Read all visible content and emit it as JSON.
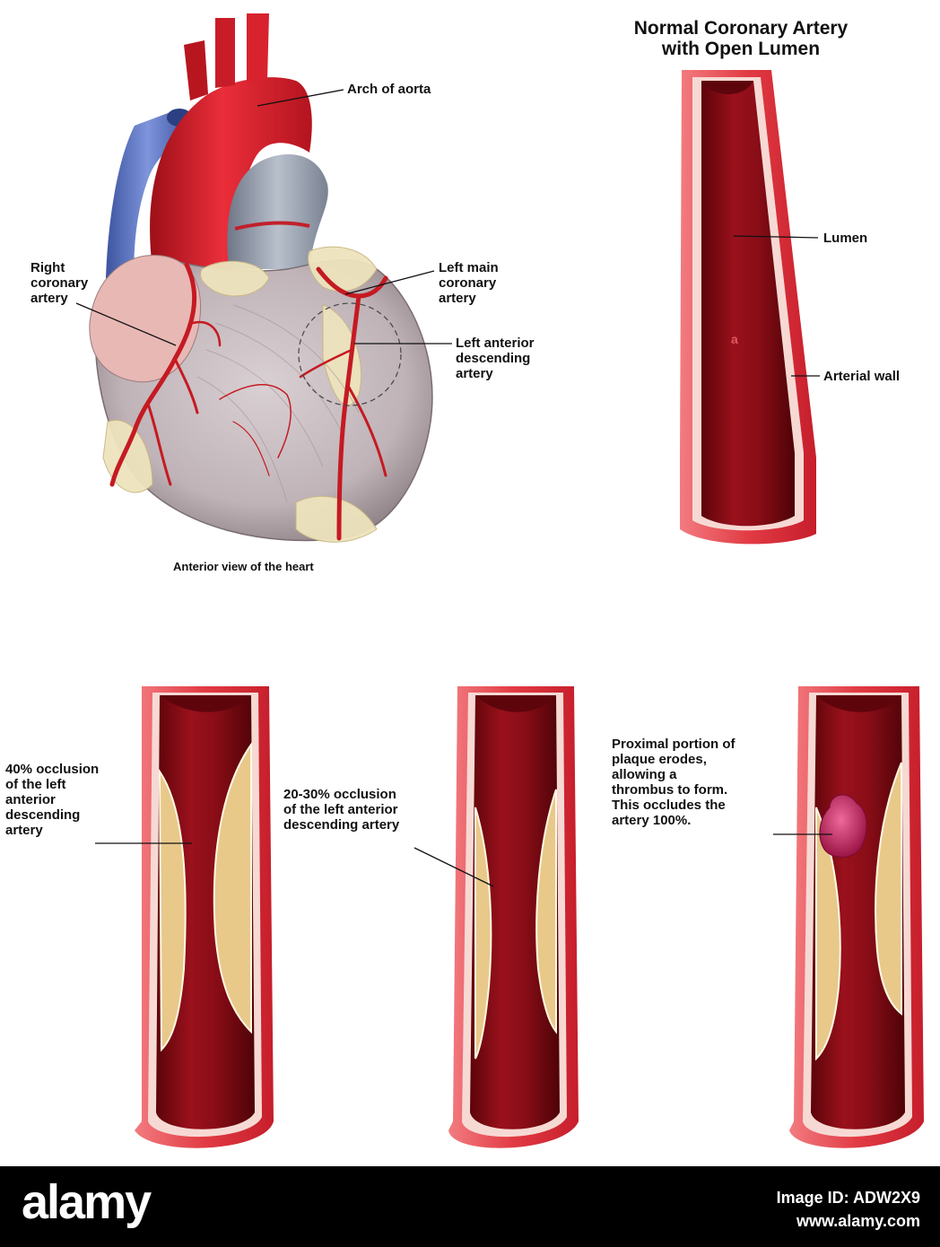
{
  "heart": {
    "caption": "Anterior view of the heart",
    "labels": {
      "arch_of_aorta": "Arch of aorta",
      "right_coronary": "Right\ncoronary\nartery",
      "left_main_coronary": "Left main\ncoronary\nartery",
      "left_anterior_descending": "Left anterior\ndescending\nartery"
    }
  },
  "normal_artery": {
    "title": "Normal Coronary Artery\nwith Open Lumen",
    "lumen_label": "Lumen",
    "wall_label": "Arterial wall",
    "marker": "a"
  },
  "occlusions": [
    {
      "label": "40% occlusion\nof the left\nanterior\ndescending\nartery"
    },
    {
      "label": "20-30% occlusion\nof the left anterior\ndescending artery"
    },
    {
      "label": "Proximal portion of\nplaque erodes,\nallowing a\nthrombus to form.\nThis occludes the\nartery 100%."
    }
  ],
  "footer": {
    "brand": "alamy",
    "image_id": "Image ID: ADW2X9",
    "site": "www.alamy.com"
  },
  "colors": {
    "artery_wall": "#e23b44",
    "lumen": "#8e0c16",
    "plaque": "#e8c98a",
    "thrombus": "#c2285e",
    "aorta": "#d91f2b",
    "vein": "#5f79c7",
    "pulmonary": "#9aa3b2"
  }
}
